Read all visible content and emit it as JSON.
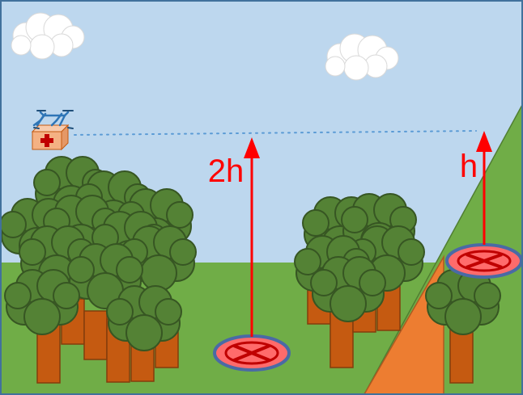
{
  "labels": {
    "tall_height": "2h",
    "short_height": "h"
  },
  "colors": {
    "sky": "#bdd7ee",
    "ground": "#70ad47",
    "frame": "#41719c",
    "arrow": "#ff0000",
    "tree_foliage": "#548235",
    "tree_outline": "#375623",
    "tree_trunk": "#c55a11",
    "hill_cut": "#ed7d31",
    "no_landing_fill": "#ff6b6b",
    "no_landing_ring": "#4a6aa5",
    "no_landing_cross": "#c00000",
    "drone_frame": "#2e75b6",
    "package": "#f4b183",
    "package_cross": "#c00000",
    "flight_path": "#5b9bd5"
  },
  "icons": [
    "cloud",
    "drone-with-medical-package",
    "tree",
    "no-landing-zone",
    "height-arrow"
  ]
}
